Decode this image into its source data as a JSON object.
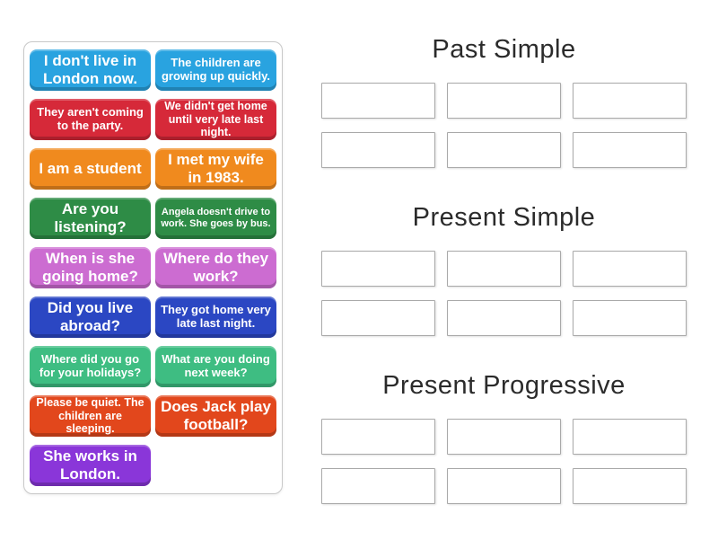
{
  "activity": {
    "type": "group-sort",
    "card_text_color": "#ffffff",
    "heading_text_color": "#2b2b2b",
    "slot_border_color": "#a9a9a9"
  },
  "cards": [
    {
      "text": "I don't live in London now.",
      "color": "#29a3e0",
      "size": "lg"
    },
    {
      "text": "The children are growing up quickly.",
      "color": "#29a3e0",
      "size": "md"
    },
    {
      "text": "They aren't coming to the party.",
      "color": "#d62939",
      "size": "md"
    },
    {
      "text": "We didn't get home until very late last night.",
      "color": "#d62939",
      "size": "sm"
    },
    {
      "text": "I am a student",
      "color": "#f08a1e",
      "size": "lg"
    },
    {
      "text": "I met my wife in 1983.",
      "color": "#f08a1e",
      "size": "lg"
    },
    {
      "text": "Are you listening?",
      "color": "#2e8c46",
      "size": "lg"
    },
    {
      "text": "Angela doesn't drive to work. She goes by bus.",
      "color": "#2e8c46",
      "size": "xs"
    },
    {
      "text": "When is she going home?",
      "color": "#cc6cd1",
      "size": "lg"
    },
    {
      "text": "Where do they work?",
      "color": "#cc6cd1",
      "size": "lg"
    },
    {
      "text": "Did you live abroad?",
      "color": "#2b47c3",
      "size": "lg"
    },
    {
      "text": "They got home very late last night.",
      "color": "#2b47c3",
      "size": "md"
    },
    {
      "text": "Where did you go for your holidays?",
      "color": "#3ebd82",
      "size": "md"
    },
    {
      "text": "What are you doing next week?",
      "color": "#3ebd82",
      "size": "md"
    },
    {
      "text": "Please be quiet. The children are sleeping.",
      "color": "#e2471c",
      "size": "sm"
    },
    {
      "text": "Does Jack play football?",
      "color": "#e2471c",
      "size": "lg"
    },
    {
      "text": "She works in London.",
      "color": "#8a36d9",
      "size": "lg"
    }
  ],
  "groups": [
    {
      "title": "Past Simple",
      "slots": 6
    },
    {
      "title": "Present Simple",
      "slots": 6
    },
    {
      "title": "Present Progressive",
      "slots": 6
    }
  ]
}
